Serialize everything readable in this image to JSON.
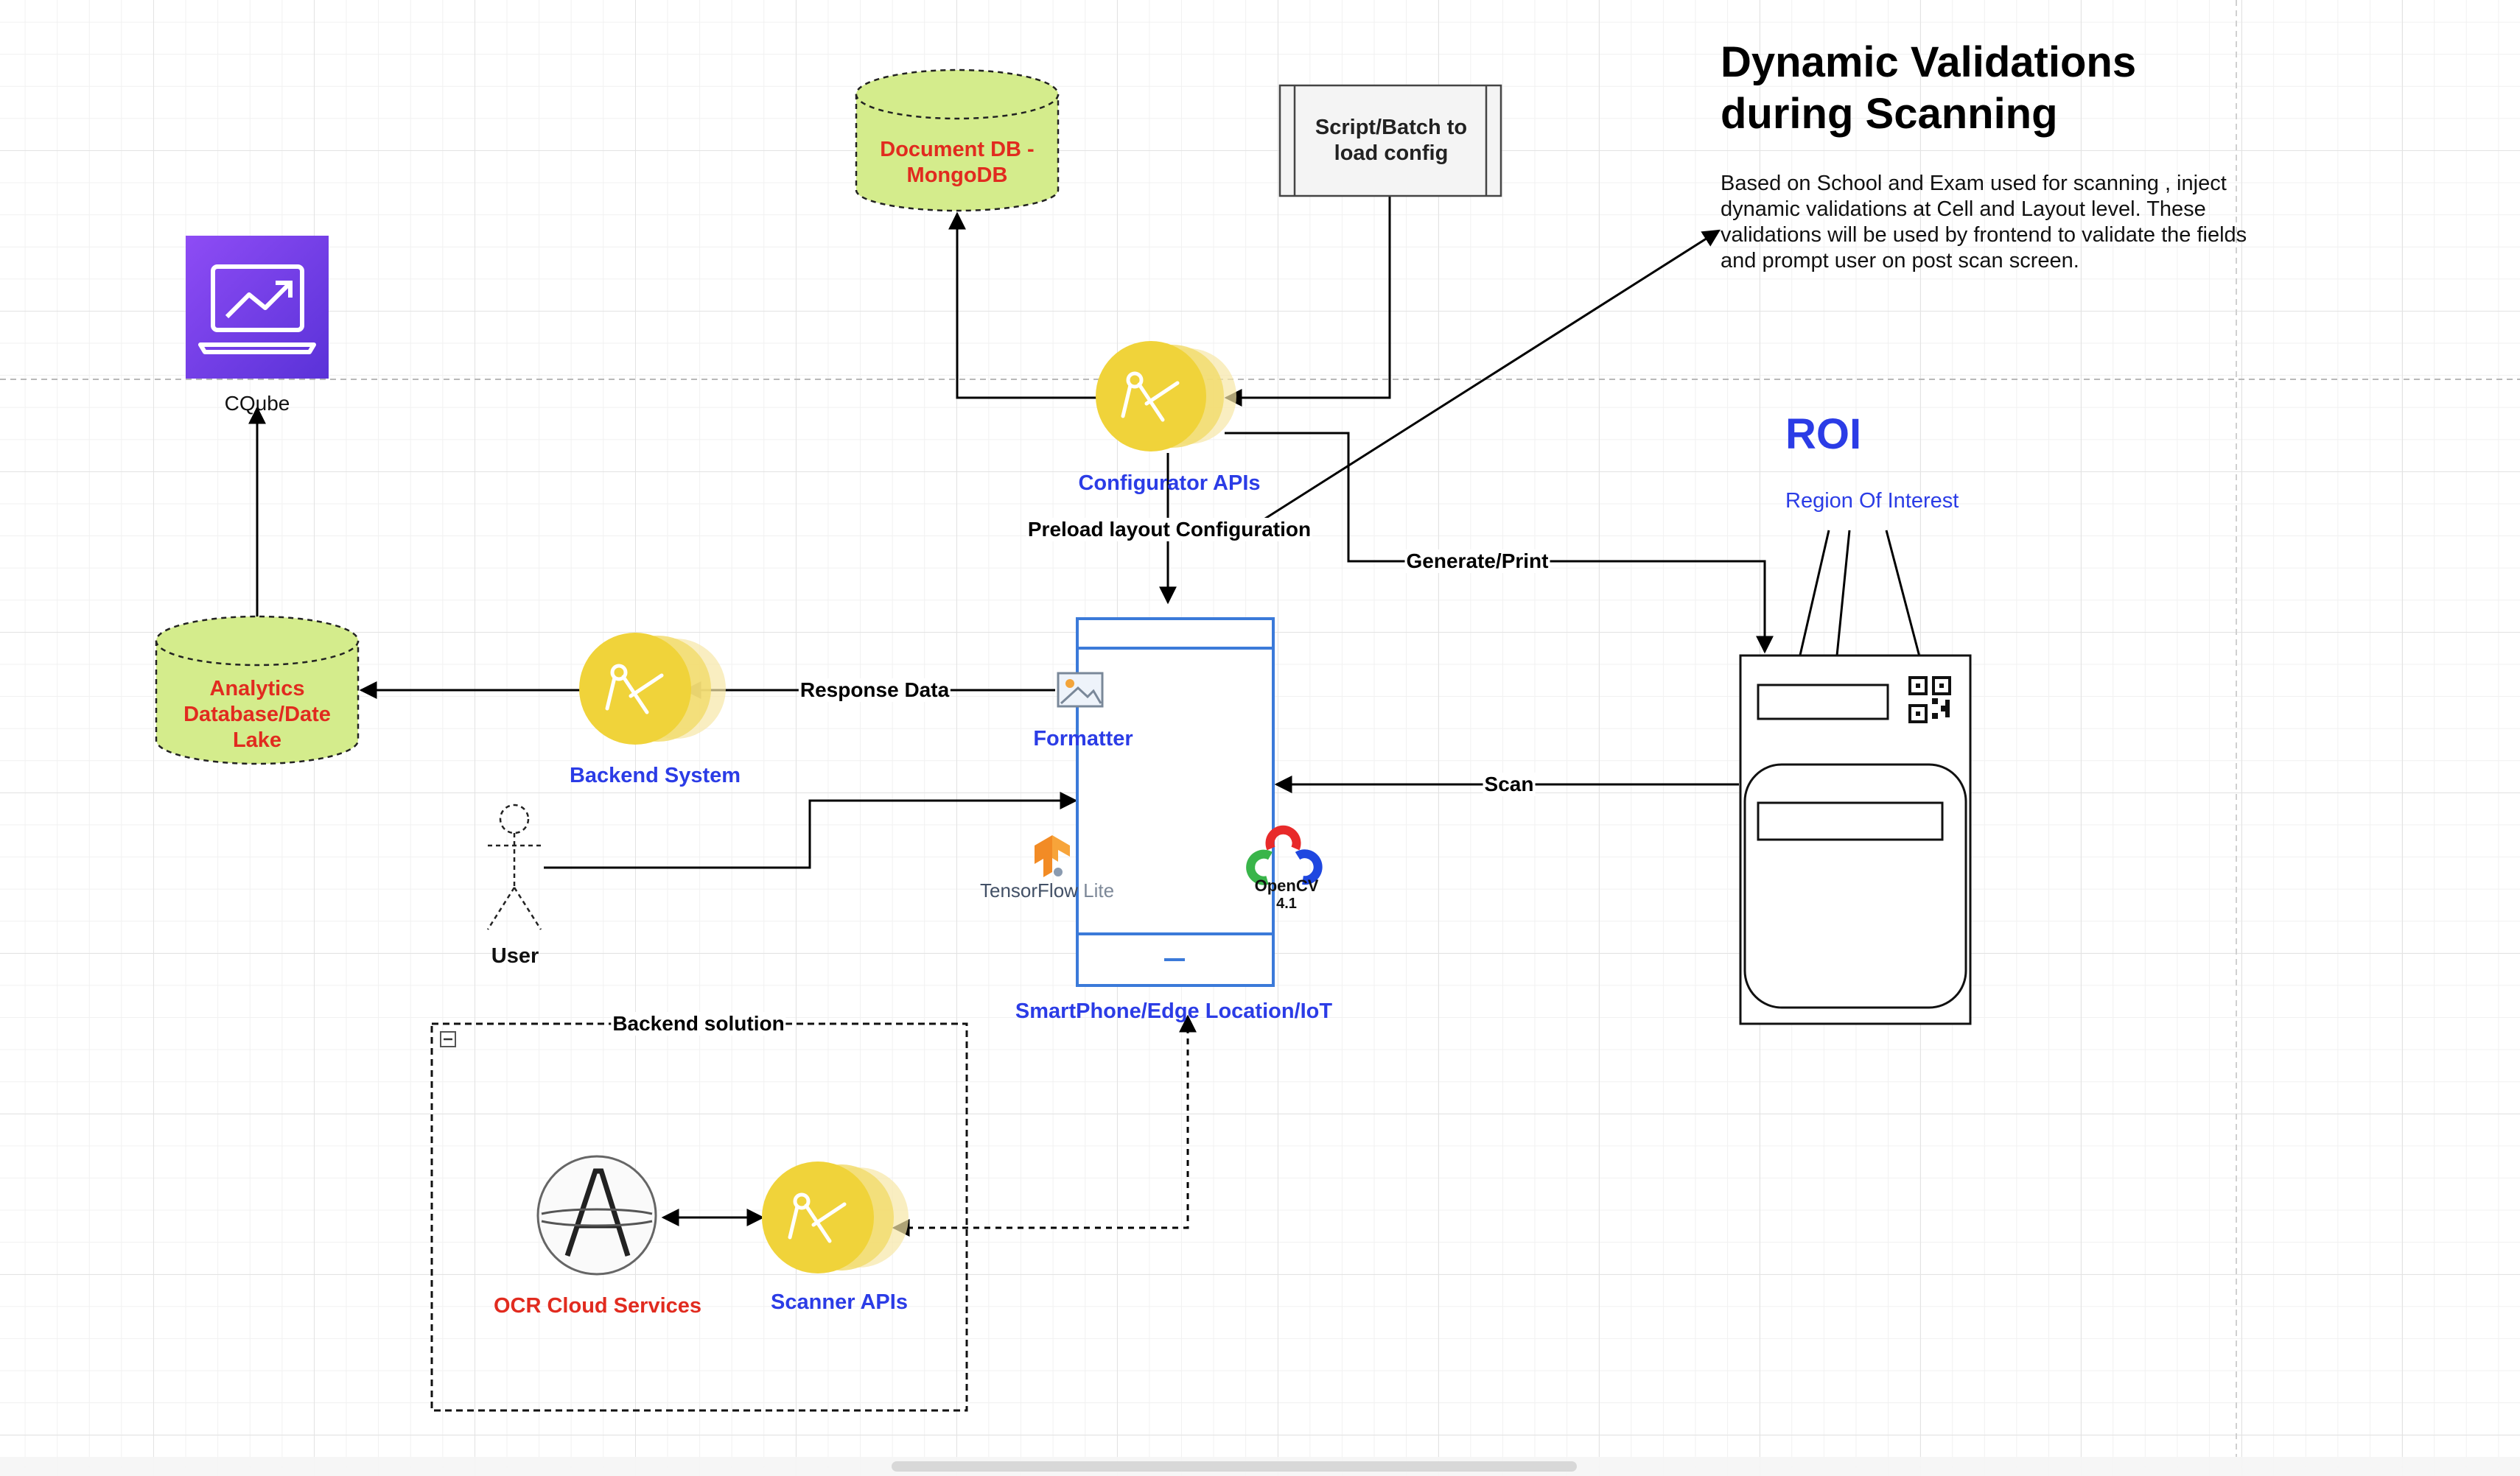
{
  "title": "Dynamic Validations\nduring Scanning",
  "description": "Based on School and Exam used for scanning , inject dynamic validations at Cell and Layout level. These validations will be used by frontend to validate the fields and prompt user on post scan screen.",
  "nodes": {
    "cqube": "CQube",
    "document_db": "Document DB - MongoDB",
    "script_batch": "Script/Batch to load config",
    "configurator": "Configurator APIs",
    "analytics_db": "Analytics Database/Date Lake",
    "backend_system": "Backend System",
    "formatter": "Formatter",
    "device": "SmartPhone/Edge Location/IoT",
    "user": "User",
    "tensorflow": "TensorFlow",
    "tensorflow_suffix": "Lite",
    "opencv": "OpenCV",
    "opencv_version": "4.1",
    "roi_title": "ROI",
    "roi_subtitle": "Region Of Interest",
    "backend_group": "Backend solution",
    "ocr": "OCR Cloud Services",
    "scanner": "Scanner APIs",
    "device_minus": "−",
    "group_collapse": "−"
  },
  "edges": {
    "preload": "Preload layout Configuration",
    "generate": "Generate/Print",
    "response": "Response Data",
    "scan": "Scan"
  },
  "colors": {
    "label_blue": "#2b3ce6",
    "label_red": "#e12b1f",
    "db_fill": "#d4ec8c",
    "api_icon": "#f0d33a",
    "cqube_bg": "#7b3ff0"
  }
}
